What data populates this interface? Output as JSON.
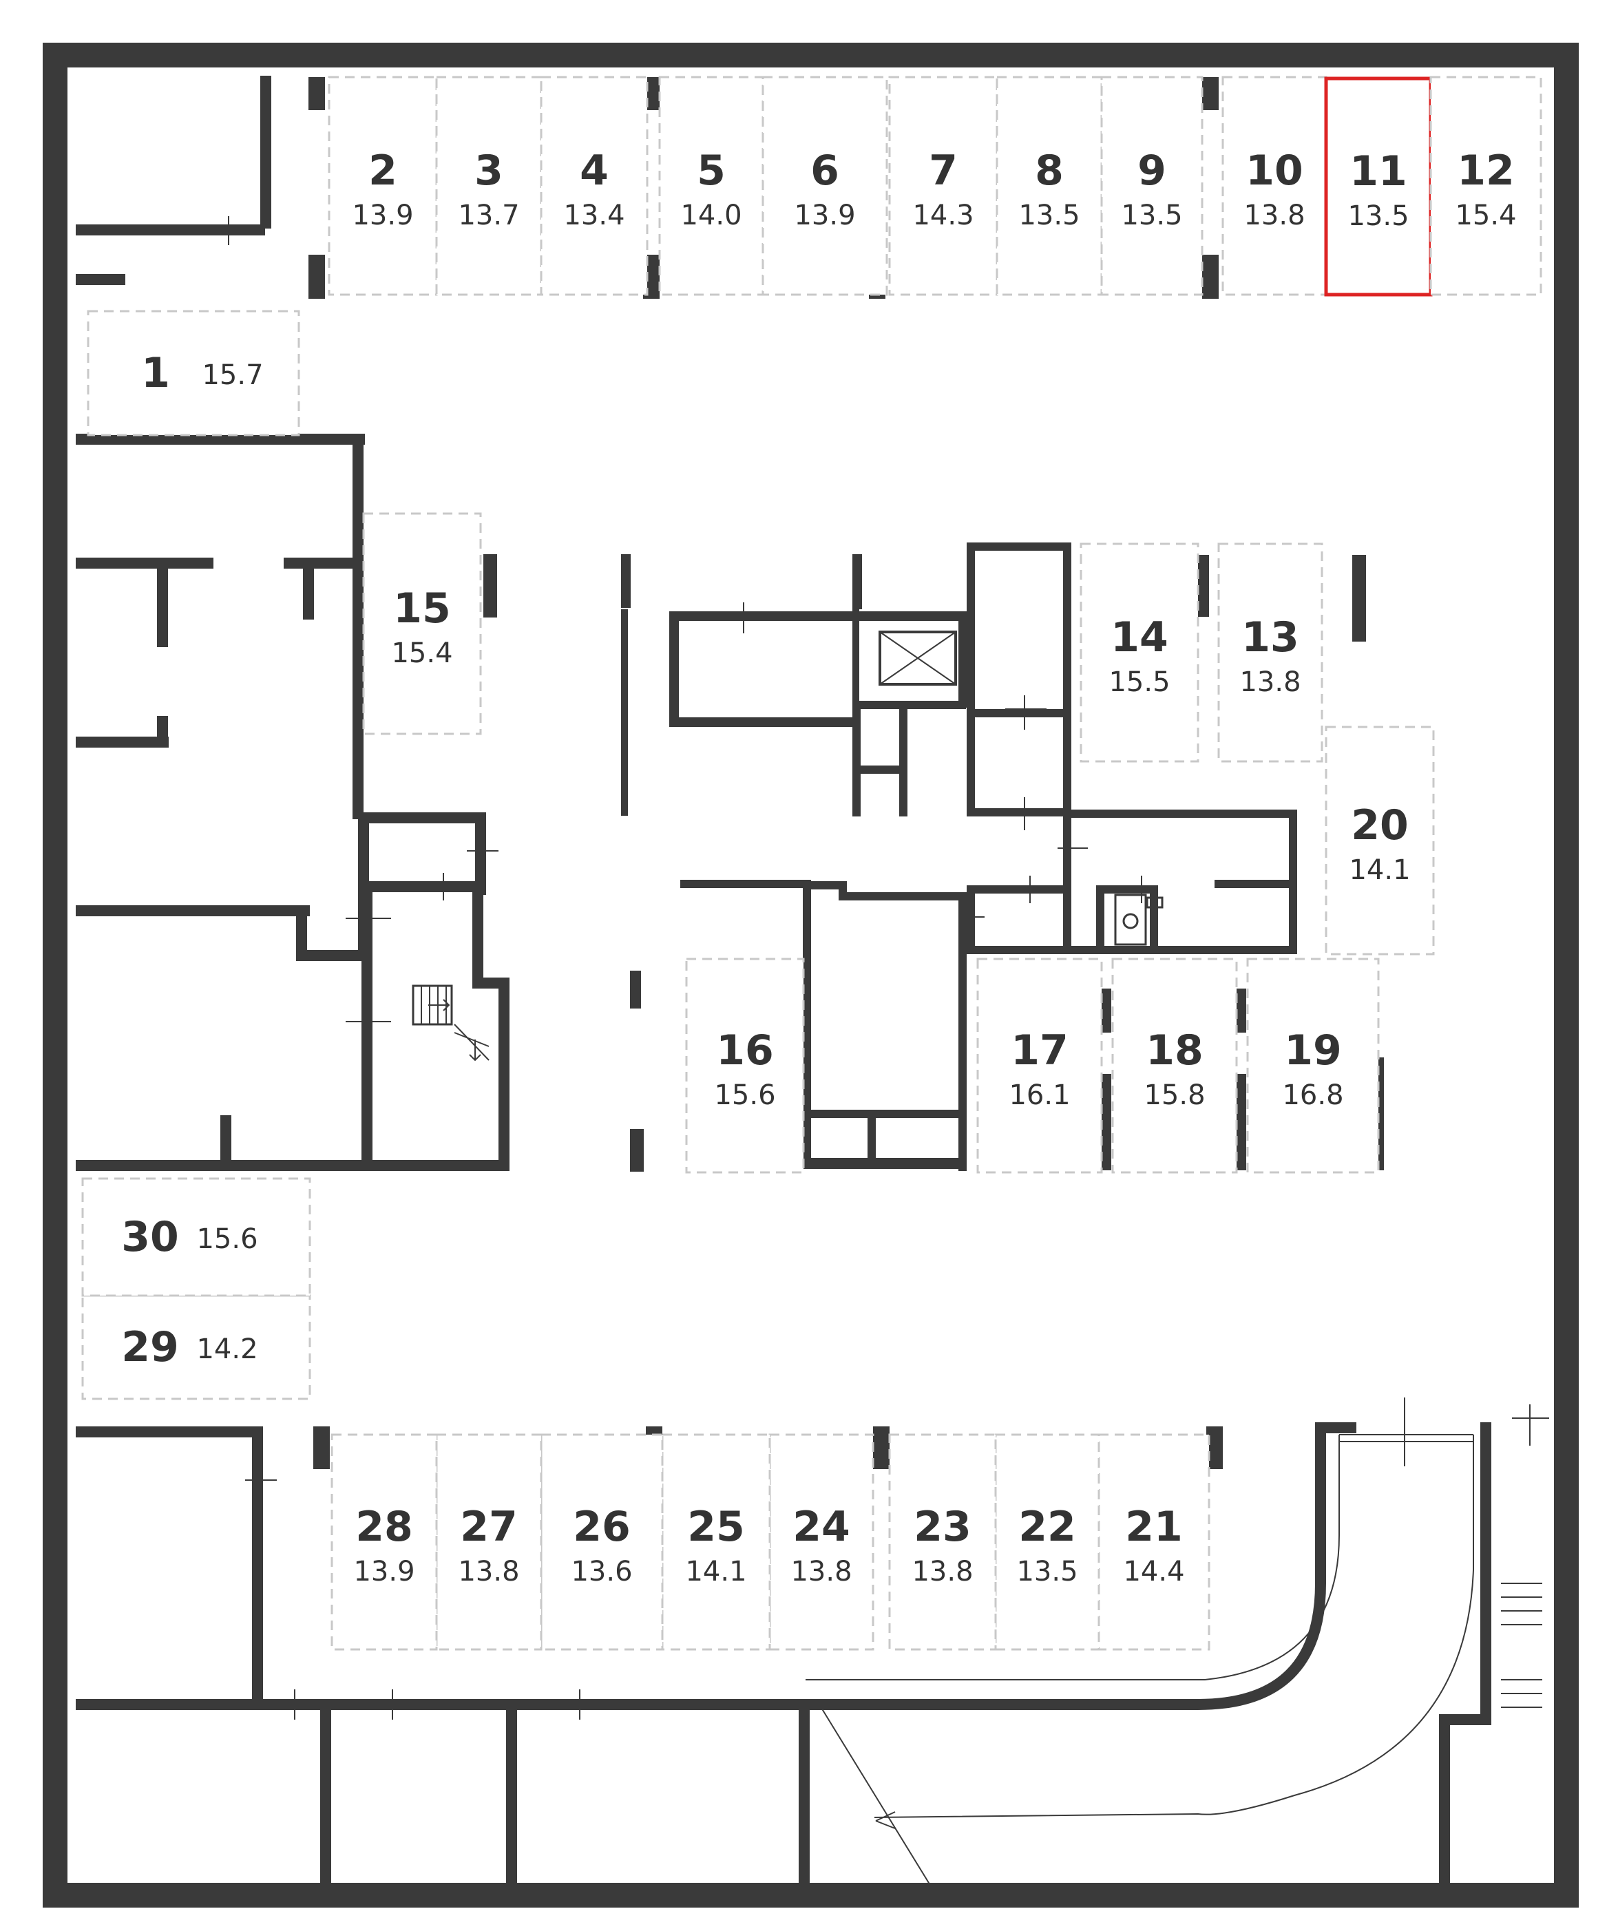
{
  "plan": {
    "selected_spot": "11",
    "selected_color": "#dd2323",
    "wall_color": "#3a3a3a",
    "dash_color": "#c8c8c8"
  },
  "spots": [
    {
      "num": "1",
      "area": "15.7"
    },
    {
      "num": "2",
      "area": "13.9"
    },
    {
      "num": "3",
      "area": "13.7"
    },
    {
      "num": "4",
      "area": "13.4"
    },
    {
      "num": "5",
      "area": "14.0"
    },
    {
      "num": "6",
      "area": "13.9"
    },
    {
      "num": "7",
      "area": "14.3"
    },
    {
      "num": "8",
      "area": "13.5"
    },
    {
      "num": "9",
      "area": "13.5"
    },
    {
      "num": "10",
      "area": "13.8"
    },
    {
      "num": "11",
      "area": "13.5"
    },
    {
      "num": "12",
      "area": "15.4"
    },
    {
      "num": "13",
      "area": "13.8"
    },
    {
      "num": "14",
      "area": "15.5"
    },
    {
      "num": "15",
      "area": "15.4"
    },
    {
      "num": "16",
      "area": "15.6"
    },
    {
      "num": "17",
      "area": "16.1"
    },
    {
      "num": "18",
      "area": "15.8"
    },
    {
      "num": "19",
      "area": "16.8"
    },
    {
      "num": "20",
      "area": "14.1"
    },
    {
      "num": "21",
      "area": "14.4"
    },
    {
      "num": "22",
      "area": "13.5"
    },
    {
      "num": "23",
      "area": "13.8"
    },
    {
      "num": "24",
      "area": "13.8"
    },
    {
      "num": "25",
      "area": "14.1"
    },
    {
      "num": "26",
      "area": "13.6"
    },
    {
      "num": "27",
      "area": "13.8"
    },
    {
      "num": "28",
      "area": "13.9"
    },
    {
      "num": "29",
      "area": "14.2"
    },
    {
      "num": "30",
      "area": "15.6"
    }
  ]
}
